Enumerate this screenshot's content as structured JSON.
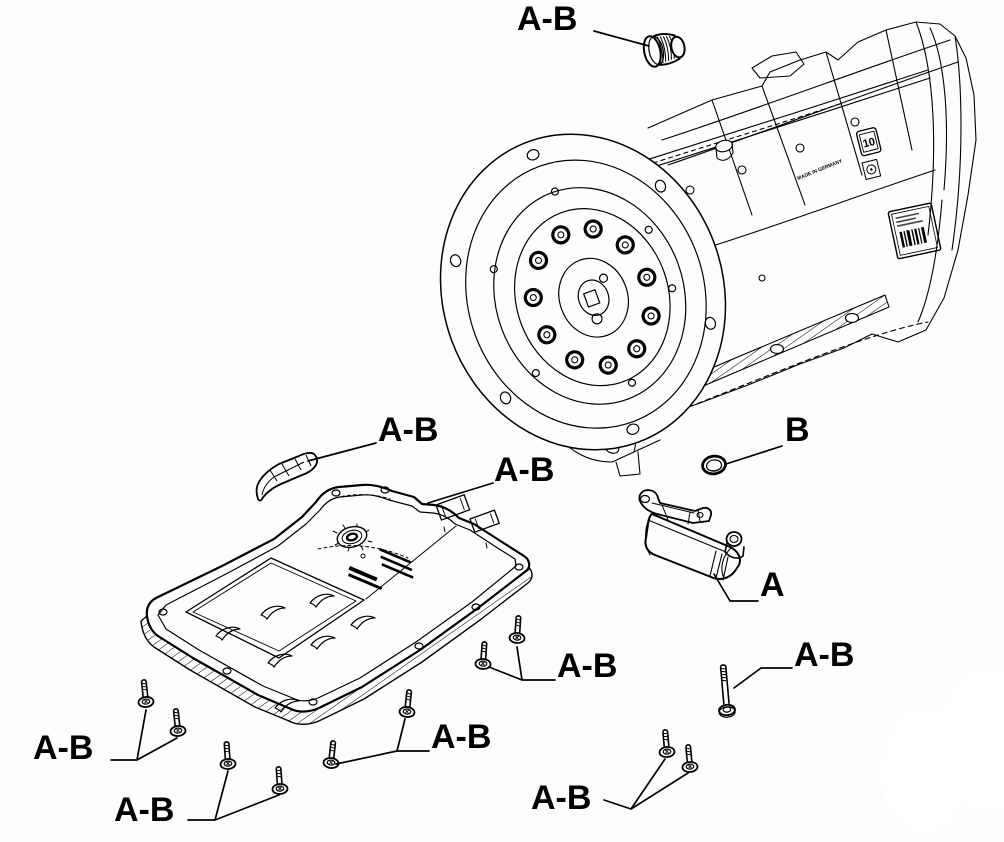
{
  "canvas": {
    "background": "#fdfdfd",
    "ink": "#000000"
  },
  "callouts": {
    "drain_plug": "A-B",
    "gasket_strip": "A-B",
    "oil_pan": "A-B",
    "seal_cap": "B",
    "actuator": "A",
    "long_bolt": "A-B",
    "bolt_pair_center_right": "A-B",
    "bolt_pair_center": "A-B",
    "bolt_pair_left_upper": "A-B",
    "bolt_pair_left_lower": "A-B",
    "bolt_pair_bottom_right": "A-B"
  },
  "case_markings": {
    "gear_badge": "10",
    "origin_stamp": "MADE IN GERMANY"
  }
}
